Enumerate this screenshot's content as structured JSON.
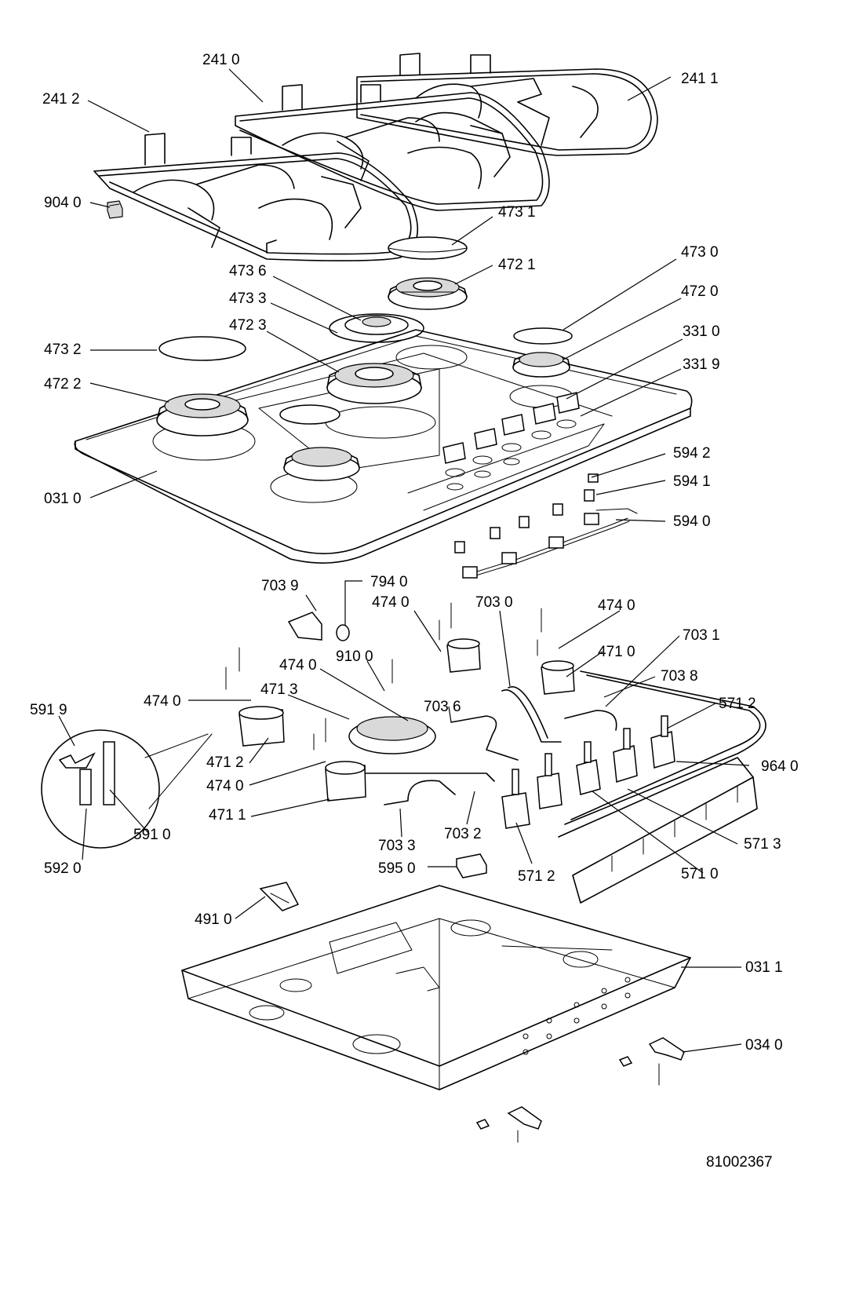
{
  "drawing_number": "81002367",
  "callouts": [
    {
      "id": "c2410",
      "label": "241 0"
    },
    {
      "id": "c2411",
      "label": "241 1"
    },
    {
      "id": "c2412",
      "label": "241 2"
    },
    {
      "id": "c9040",
      "label": "904 0"
    },
    {
      "id": "c4731",
      "label": "473 1"
    },
    {
      "id": "c4721",
      "label": "472 1"
    },
    {
      "id": "c4730",
      "label": "473 0"
    },
    {
      "id": "c4736",
      "label": "473 6"
    },
    {
      "id": "c4720",
      "label": "472 0"
    },
    {
      "id": "c4733",
      "label": "473 3"
    },
    {
      "id": "c3310",
      "label": "331 0"
    },
    {
      "id": "c4723",
      "label": "472 3"
    },
    {
      "id": "c3319",
      "label": "331 9"
    },
    {
      "id": "c4732",
      "label": "473 2"
    },
    {
      "id": "c4722",
      "label": "472 2"
    },
    {
      "id": "c5942",
      "label": "594 2"
    },
    {
      "id": "c5941",
      "label": "594 1"
    },
    {
      "id": "c0310",
      "label": "031 0"
    },
    {
      "id": "c5940",
      "label": "594 0"
    },
    {
      "id": "c7939",
      "label": "703 9"
    },
    {
      "id": "c7940",
      "label": "794 0"
    },
    {
      "id": "c4740a",
      "label": "474 0"
    },
    {
      "id": "c7030",
      "label": "703 0"
    },
    {
      "id": "c4740b",
      "label": "474 0"
    },
    {
      "id": "c9100",
      "label": "910 0"
    },
    {
      "id": "c7031",
      "label": "703 1"
    },
    {
      "id": "c4740c",
      "label": "474 0"
    },
    {
      "id": "c4710",
      "label": "471 0"
    },
    {
      "id": "c7038",
      "label": "703 8"
    },
    {
      "id": "c4740d",
      "label": "474 0"
    },
    {
      "id": "c4713",
      "label": "471 3"
    },
    {
      "id": "c5919",
      "label": "591 9"
    },
    {
      "id": "c7036",
      "label": "703 6"
    },
    {
      "id": "c5712a",
      "label": "571 2"
    },
    {
      "id": "c4712",
      "label": "471 2"
    },
    {
      "id": "c9640",
      "label": "964 0"
    },
    {
      "id": "c4740e",
      "label": "474 0"
    },
    {
      "id": "c4711",
      "label": "471 1"
    },
    {
      "id": "c5910",
      "label": "591 0"
    },
    {
      "id": "c7032",
      "label": "703 2"
    },
    {
      "id": "c5713",
      "label": "571 3"
    },
    {
      "id": "c7033",
      "label": "703 3"
    },
    {
      "id": "c5920",
      "label": "592 0"
    },
    {
      "id": "c5950",
      "label": "595 0"
    },
    {
      "id": "c5712b",
      "label": "571 2"
    },
    {
      "id": "c5710",
      "label": "571 0"
    },
    {
      "id": "c4910",
      "label": "491 0"
    },
    {
      "id": "c0311",
      "label": "031 1"
    },
    {
      "id": "c0340",
      "label": "034 0"
    }
  ]
}
